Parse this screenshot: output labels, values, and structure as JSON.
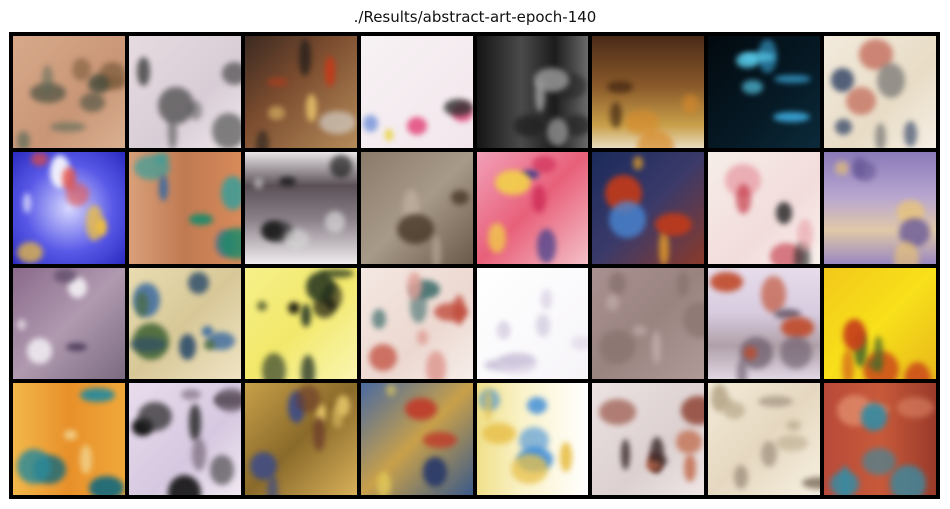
{
  "title": "./Results/abstract-art-epoch-140",
  "grid": {
    "rows": 4,
    "cols": 8,
    "tiles": [
      {
        "bg": "linear-gradient(135deg,#d7a98a,#c99677 60%,#d9b090)",
        "accents": [
          "#5a6a58",
          "#7a5a3a",
          "#3e4a3c"
        ]
      },
      {
        "bg": "linear-gradient(135deg,#e6dbe0,#d8cdd6 60%,#efe6ea)",
        "accents": [
          "#444444",
          "#6a6a6a"
        ]
      },
      {
        "bg": "linear-gradient(135deg,#3b2a22,#7a4b2e 40%,#b58b5a)",
        "accents": [
          "#c43a1a",
          "#e6c06a",
          "#1a1a1a",
          "#dcdcdc"
        ]
      },
      {
        "bg": "linear-gradient(135deg,#f7f2f4,#f2e6ec)",
        "accents": [
          "#e0306a",
          "#2a2a2a",
          "#3a6ad0",
          "#e8d020"
        ]
      },
      {
        "bg": "linear-gradient(90deg,#151515,#4a4a4a 40%,#1c1c1c 70%,#6a6a6a)",
        "accents": [
          "#9a9a9a",
          "#222222"
        ]
      },
      {
        "bg": "linear-gradient(180deg,#4a2a18,#8a5a2a 45%,#c9a04a 80%,#e8dcc0)",
        "accents": [
          "#d88a2a",
          "#3a2010"
        ]
      },
      {
        "bg": "linear-gradient(135deg,#02090e,#061a26 60%,#0b2a3a)",
        "accents": [
          "#3aa6d8",
          "#5ad0f0"
        ]
      },
      {
        "bg": "linear-gradient(135deg,#f2eadc,#e8dcc6 60%,#f6efe4)",
        "accents": [
          "#3a4a6a",
          "#b84a3a",
          "#6a6a6a"
        ]
      },
      {
        "bg": "radial-gradient(circle at 50% 50%,#d8d8ff,#5a5ae8 55%,#2a2ac0)",
        "accents": [
          "#e84a3a",
          "#f2c23a",
          "#ffffff"
        ]
      },
      {
        "bg": "linear-gradient(90deg,#d8a07a,#c07a52 50%,#d88a5a)",
        "accents": [
          "#2aa0a0",
          "#3a6aa0",
          "#1a8a6a"
        ]
      },
      {
        "bg": "linear-gradient(180deg,#eae6e8,#5a5056 30%,#8a8088 60%,#f0ecee)",
        "accents": [
          "#1a1a1a",
          "#dcdcdc"
        ]
      },
      {
        "bg": "linear-gradient(135deg,#8a7a6a,#a89a88 50%,#6a5a4a)",
        "accents": [
          "#c0b0a0",
          "#4a3a2a"
        ]
      },
      {
        "bg": "linear-gradient(135deg,#f2a0b8,#e8607a 50%,#f4c0c8)",
        "accents": [
          "#3a3a8a",
          "#f2d04a",
          "#d0305a"
        ]
      },
      {
        "bg": "linear-gradient(135deg,#1a2a5a,#3a3a6a 50%,#8a3a2a)",
        "accents": [
          "#e8a02a",
          "#c03a1a",
          "#4a8ad8"
        ]
      },
      {
        "bg": "linear-gradient(135deg,#f6eee8,#f2dcdc 60%,#f8f0ec)",
        "accents": [
          "#c02a3a",
          "#2a2a2a",
          "#e8a0a8"
        ]
      },
      {
        "bg": "linear-gradient(180deg,#8a7ab8,#b8a6d0 40%,#e0c8a8 70%,#9a88c0)",
        "accents": [
          "#f0c86a",
          "#6a5a98"
        ]
      },
      {
        "bg": "linear-gradient(135deg,#8a6a8a,#b09ab0 50%,#7a6a80)",
        "accents": [
          "#f6f2f6",
          "#4a3a5a"
        ]
      },
      {
        "bg": "linear-gradient(135deg,#e8dcb0,#d8c898 50%,#efe4c4)",
        "accents": [
          "#2a4a6a",
          "#3a6aa0",
          "#4a6a3a"
        ]
      },
      {
        "bg": "linear-gradient(135deg,#f6f08a,#f2e86a 50%,#faf6b0)",
        "accents": [
          "#0a0a0a",
          "#1a2a1a",
          "#2a3a2a"
        ]
      },
      {
        "bg": "linear-gradient(135deg,#f4e8e2,#ecd8d0 60%,#f6eeea)",
        "accents": [
          "#c04a3a",
          "#3a6a6a",
          "#e0a098"
        ]
      },
      {
        "bg": "linear-gradient(135deg,#ffffff,#f6f4f8)",
        "accents": [
          "#c8c0d8",
          "#e0d8e8"
        ]
      },
      {
        "bg": "linear-gradient(135deg,#a89090,#9a8480 50%,#b09a98)",
        "accents": [
          "#8a7470",
          "#c0aaa8"
        ]
      },
      {
        "bg": "linear-gradient(180deg,#e6dcea,#d8cce0 40%,#b0a0a8 70%,#e0d6e4)",
        "accents": [
          "#c04a2a",
          "#6a5a6a"
        ]
      },
      {
        "bg": "linear-gradient(135deg,#f2c81a,#f8e01a 50%,#e8b81a)",
        "accents": [
          "#c8401a",
          "#4a6a2a"
        ]
      },
      {
        "bg": "linear-gradient(90deg,#f2b84a,#e8902a 50%,#f0a83a)",
        "accents": [
          "#1a6a7a",
          "#2a8a9a",
          "#f4e0a0"
        ]
      },
      {
        "bg": "linear-gradient(135deg,#e8dcec,#d6c8e0 60%,#f0e8f2)",
        "accents": [
          "#0a0a0a",
          "#2a2a2a",
          "#6a5a6a"
        ]
      },
      {
        "bg": "linear-gradient(135deg,#c8a04a,#8a6a2a 50%,#d8b05a)",
        "accents": [
          "#3a4a8a",
          "#e8c86a",
          "#6a3a2a"
        ]
      },
      {
        "bg": "linear-gradient(135deg,#4a6aa0,#c8a04a 50%,#3a5a8a)",
        "accents": [
          "#e8d05a",
          "#c03a2a",
          "#2a3a6a"
        ]
      },
      {
        "bg": "linear-gradient(90deg,#f0e08a,#faf2c8 40%,#ffffff)",
        "accents": [
          "#3a8ad8",
          "#e8c04a"
        ]
      },
      {
        "bg": "linear-gradient(135deg,#ece2e2,#dcd0d0 60%,#efe6e6)",
        "accents": [
          "#8a3a2a",
          "#3a2a2a",
          "#c06a4a"
        ]
      },
      {
        "bg": "linear-gradient(135deg,#f2ead8,#e6d8c0 50%,#f6efe0)",
        "accents": [
          "#b8a88a",
          "#8a7a6a"
        ]
      },
      {
        "bg": "linear-gradient(90deg,#b84a3a,#c85a3a 50%,#9a3a2a)",
        "accents": [
          "#3a8aa0",
          "#e08a6a"
        ]
      }
    ]
  }
}
